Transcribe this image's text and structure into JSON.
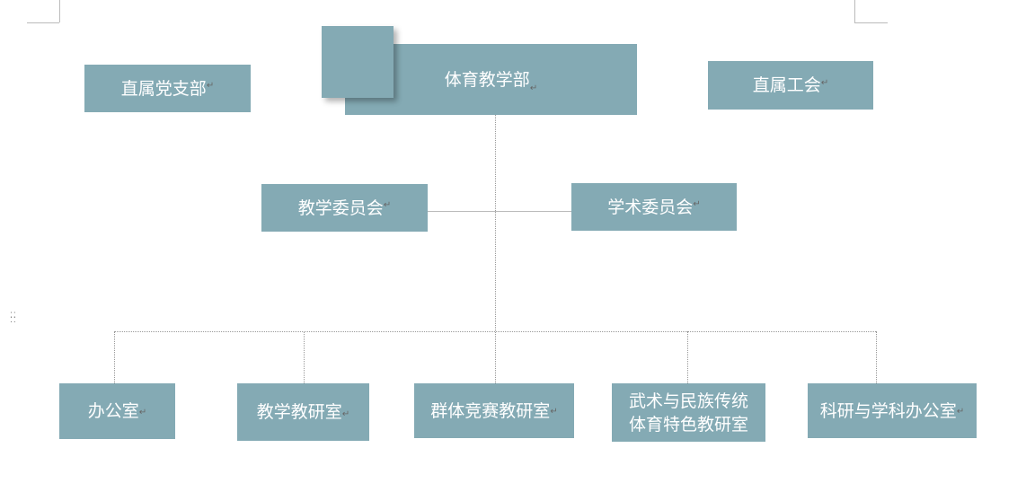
{
  "chart": {
    "root": "体育教学部",
    "left_top": "直属党支部",
    "right_top": "直属工会",
    "committees": [
      "教学委员会",
      "学术委员会"
    ],
    "units": [
      "办公室",
      "教学教研室",
      "群体竞赛教研室",
      "武术与民族传统体育特色教研室",
      "科研与学科办公室"
    ],
    "unit_lines": [
      [
        "办公室"
      ],
      [
        "教学教研室"
      ],
      [
        "群体竞赛教研室"
      ],
      [
        "武术与民族传统",
        "体育特色教研室"
      ],
      [
        "科研与学科办公室"
      ]
    ]
  },
  "paragraph_mark": "↵",
  "colors": {
    "box": "#84aab4",
    "fold": "#3a5a62"
  }
}
